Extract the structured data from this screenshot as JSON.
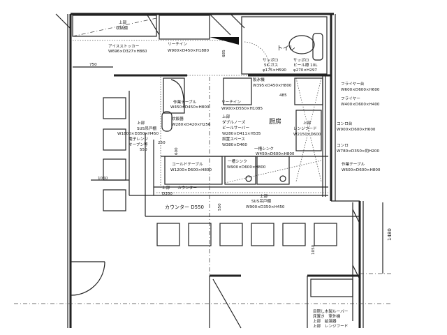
{
  "title": "店舗厨房 平面図",
  "labels": {
    "upper_storage": [
      "上部",
      "収納棚"
    ],
    "ice_stocker": [
      "アイスストッカー",
      "W696×D327×H860"
    ],
    "reach_in_top": [
      "リーチイン",
      "W900×D450×H1880"
    ],
    "toilet": "トイレ",
    "sapporo_gas": [
      "サッポロ",
      "5K ガス",
      "φ175×H590"
    ],
    "sapporo_beer": [
      "サッポロ",
      "ビール樽 10L",
      "φ270×H297"
    ],
    "ice_maker": [
      "製氷機",
      "W395×D450×H800"
    ],
    "work_table_1": [
      "作業テーブル",
      "W450×D450×H800"
    ],
    "reach_in_2": [
      "リーチイン",
      "W900×D550×H1085"
    ],
    "rice_cooker": [
      "炊飯器",
      "W280×D420×H256"
    ],
    "beer_server": [
      "上部",
      "ダブルノーズ",
      "ビールサーバー",
      "W280×D411×H535",
      "設置スペース",
      "W380×D460"
    ],
    "kitchen": "厨房",
    "range_hood": [
      "上部",
      "レンジフード",
      "W2150×D600"
    ],
    "upper_shelf_left": [
      "上部",
      "SUS吊戸棚",
      "W1800×D350×H450"
    ],
    "microwave": [
      "電子レンジ",
      "オーブン等"
    ],
    "single_sink_1": [
      "一槽シンク",
      "W450×D600×H800"
    ],
    "cold_table": [
      "コールドテーブル",
      "W1200×D600×H800"
    ],
    "single_sink_2": [
      "一槽シンク",
      "W900×D600×H800"
    ],
    "upper_counter": [
      "上部",
      "カウンター",
      "D350"
    ],
    "upper_shelf_bottom": [
      "上部",
      "SUS吊戸棚",
      "W900×D350×H450"
    ],
    "counter": "カウンター D550",
    "fryer_stand": [
      "フライヤー台",
      "W600×D600×H600"
    ],
    "fryer": [
      "フライヤー",
      "W400×D600×H400"
    ],
    "stove_stand": [
      "コンロ台",
      "W900×D600×H600"
    ],
    "stove": [
      "コンロ",
      "W780×D350×約H200"
    ],
    "work_table_2": [
      "作業テーブル",
      "W600×D600×H800"
    ],
    "bottom_note": [
      "目隠し木製ルーバー",
      "床置き　室外機",
      "上部　給湯器",
      "上部　レンジフード"
    ]
  },
  "dimensions": {
    "d750": "750",
    "d685": "685",
    "d485": "485",
    "d250": "250",
    "d550a": "550",
    "d600": "600",
    "d1060": "1060",
    "d350": "350",
    "d550b": "550",
    "d1050": "1050",
    "d1480": "1480"
  }
}
